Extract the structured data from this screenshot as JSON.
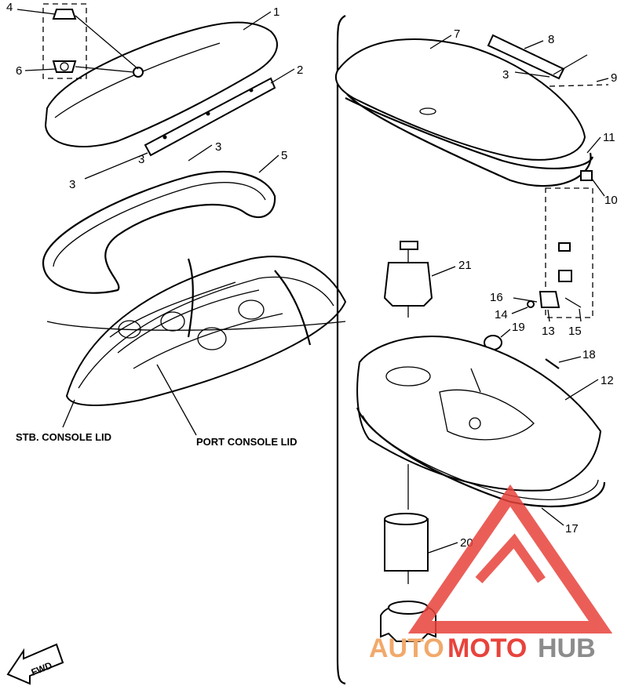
{
  "callouts": [
    "1",
    "2",
    "3",
    "3",
    "3",
    "4",
    "5",
    "6",
    "7",
    "8",
    "3",
    "9",
    "11",
    "10",
    "21",
    "16",
    "14",
    "13",
    "15",
    "19",
    "18",
    "12",
    "17",
    "20"
  ],
  "captions": {
    "stb": "STB. CONSOLE LID",
    "port": "PORT CONSOLE LID",
    "fwd": "FWD"
  },
  "watermark": {
    "part1": "AUTO",
    "part2": "MOTO",
    "part3": "HUB",
    "color_red": "#e8433c",
    "color_orange": "#f2a96b",
    "color_gray": "#8c8c8c"
  }
}
